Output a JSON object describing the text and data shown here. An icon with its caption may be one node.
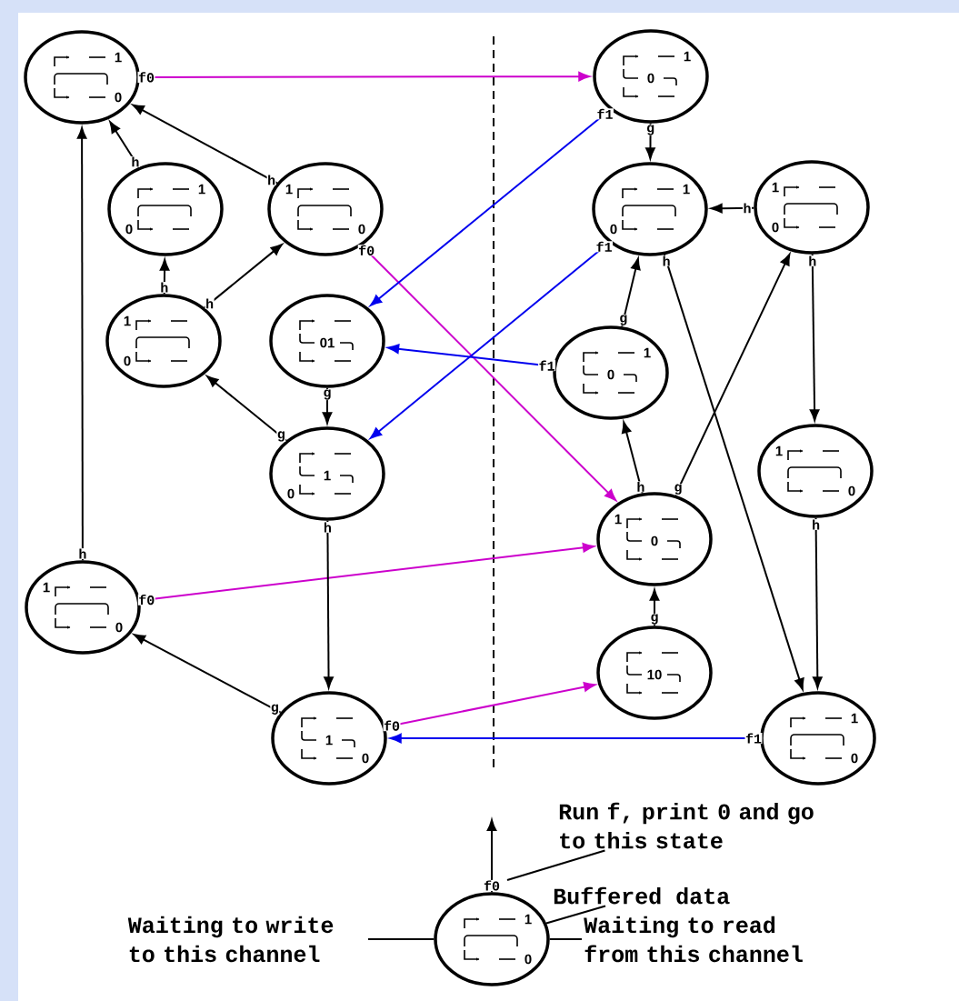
{
  "diagram": {
    "nodes": [
      {
        "text": [
          "1",
          "0"
        ]
      },
      {
        "text": [
          "1",
          "0"
        ]
      },
      {
        "text": [
          "1",
          "0"
        ]
      },
      {
        "text": [
          "1",
          "0"
        ]
      },
      {
        "text": [
          "1",
          "0"
        ]
      },
      {
        "text": [
          "1",
          "0"
        ]
      },
      {
        "text": [
          "1",
          "0"
        ]
      },
      {
        "text": [
          "01"
        ]
      },
      {
        "text": [
          "1",
          "0"
        ]
      },
      {
        "text": [
          "1",
          "0"
        ]
      },
      {
        "text": [
          "1",
          "0"
        ]
      },
      {
        "text": [
          "1",
          "0"
        ]
      },
      {
        "text": [
          "1",
          "0"
        ]
      },
      {
        "text": [
          "10"
        ]
      },
      {
        "text": [
          "1",
          "0"
        ]
      },
      {
        "text": [
          "1",
          "0"
        ]
      },
      {
        "text": [
          "1",
          "0"
        ]
      },
      {
        "text": [
          "Run f, print 0 and go to this state"
        ]
      },
      {
        "text": [
          "Buffered data"
        ]
      },
      {
        "text": [
          "Waiting to write to this channel"
        ]
      },
      {
        "text": [
          "Waiting to read from this channel"
        ]
      }
    ],
    "edges": [
      {
        "from": 0,
        "to": 1,
        "arrow": "to",
        "label": "f0",
        "color": "#cc00cc"
      },
      {
        "from": 2,
        "to": 0,
        "arrow": "to",
        "label": "h"
      },
      {
        "from": 3,
        "to": 0,
        "arrow": "to",
        "label": "h"
      },
      {
        "from": 6,
        "to": 2,
        "arrow": "to",
        "label": "h"
      },
      {
        "from": 6,
        "to": 3,
        "arrow": "to",
        "label": "h"
      },
      {
        "from": 9,
        "to": 6,
        "arrow": "to",
        "label": "g"
      },
      {
        "from": 7,
        "to": 9,
        "arrow": "to",
        "label": "g"
      },
      {
        "from": 3,
        "to": 12,
        "arrow": "to",
        "label": "f0",
        "color": "#cc00cc"
      },
      {
        "from": 1,
        "to": 7,
        "arrow": "to",
        "label": "f1",
        "color": "#0000ee"
      },
      {
        "from": 4,
        "to": 9,
        "arrow": "to",
        "label": "f1",
        "color": "#0000ee"
      },
      {
        "from": 8,
        "to": 7,
        "arrow": "to",
        "label": "f1",
        "color": "#0000ee"
      },
      {
        "from": 1,
        "to": 4,
        "arrow": "to",
        "label": "g"
      },
      {
        "from": 5,
        "to": 4,
        "arrow": "to",
        "label": "h"
      },
      {
        "from": 8,
        "to": 4,
        "arrow": "to",
        "label": "g"
      },
      {
        "from": 12,
        "to": 8,
        "arrow": "to",
        "label": "h"
      },
      {
        "from": 12,
        "to": 5,
        "arrow": "to",
        "label": "g"
      },
      {
        "from": 4,
        "to": 15,
        "arrow": "to",
        "label": "h"
      },
      {
        "from": 5,
        "to": 10,
        "arrow": "to",
        "label": "h"
      },
      {
        "from": 10,
        "to": 15,
        "arrow": "to",
        "label": "h"
      },
      {
        "from": 11,
        "to": 0,
        "arrow": "to",
        "label": "h"
      },
      {
        "from": 11,
        "to": 12,
        "arrow": "to",
        "label": "f0",
        "color": "#cc00cc"
      },
      {
        "from": 9,
        "to": 14,
        "arrow": "to",
        "label": "h"
      },
      {
        "from": 14,
        "to": 11,
        "arrow": "to",
        "label": "g"
      },
      {
        "from": 13,
        "to": 12,
        "arrow": "to",
        "label": "g"
      },
      {
        "from": 14,
        "to": 13,
        "arrow": "to",
        "label": "f0",
        "color": "#cc00cc"
      },
      {
        "from": 15,
        "to": 14,
        "arrow": "to",
        "label": "f1",
        "color": "#0000ee"
      },
      {
        "from": 16,
        "to": null,
        "arrow": "to",
        "label": "f0"
      },
      {
        "from": 17,
        "to": null,
        "arrow": "none"
      },
      {
        "from": 18,
        "to": 16,
        "arrow": "none"
      },
      {
        "from": 19,
        "to": 16,
        "arrow": "none"
      },
      {
        "from": 20,
        "to": 16,
        "arrow": "none"
      }
    ]
  }
}
